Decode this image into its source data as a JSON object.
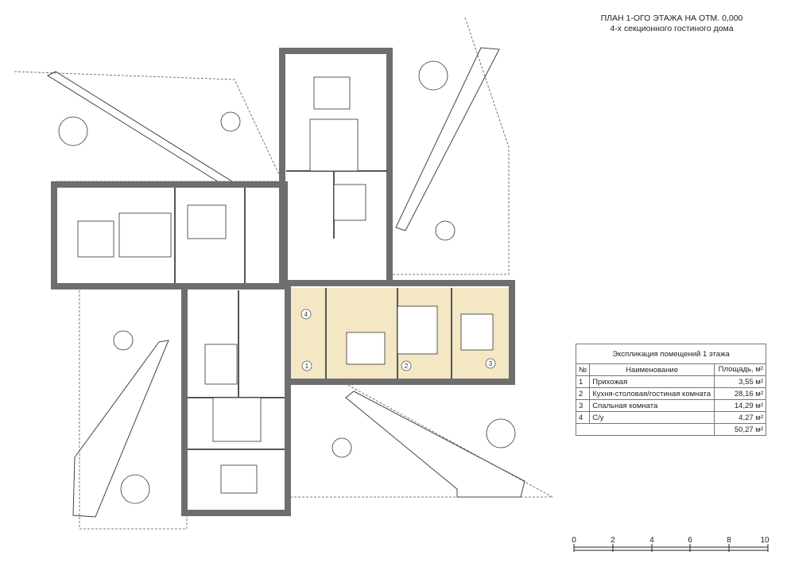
{
  "title": {
    "line1": "ПЛАН 1-ОГО ЭТАЖА НА ОТМ. 0,000",
    "line2": "4-х секционного гостиного дома"
  },
  "explication": {
    "caption": "Экспликация помещений 1 этажа",
    "col_num": "№",
    "col_name": "Наименование",
    "col_area": "Площадь, м²",
    "rows": [
      {
        "num": "1",
        "name": "Прихожая",
        "area": "3,55 м²"
      },
      {
        "num": "2",
        "name": "Кухня-столовая/гостиная комната",
        "area": "28,16 м²"
      },
      {
        "num": "3",
        "name": "Спальная комната",
        "area": "14,29 м²"
      },
      {
        "num": "4",
        "name": "С/у",
        "area": "4,27 м²"
      }
    ],
    "total": "50,27 м²"
  },
  "room_markers": [
    "1",
    "2",
    "3",
    "4"
  ],
  "scale_bar": {
    "ticks": [
      "0",
      "2",
      "4",
      "6",
      "8",
      "10"
    ]
  },
  "colors": {
    "wall": "#6e6e6e",
    "highlight": "#f3e7c4",
    "line": "#333333"
  }
}
